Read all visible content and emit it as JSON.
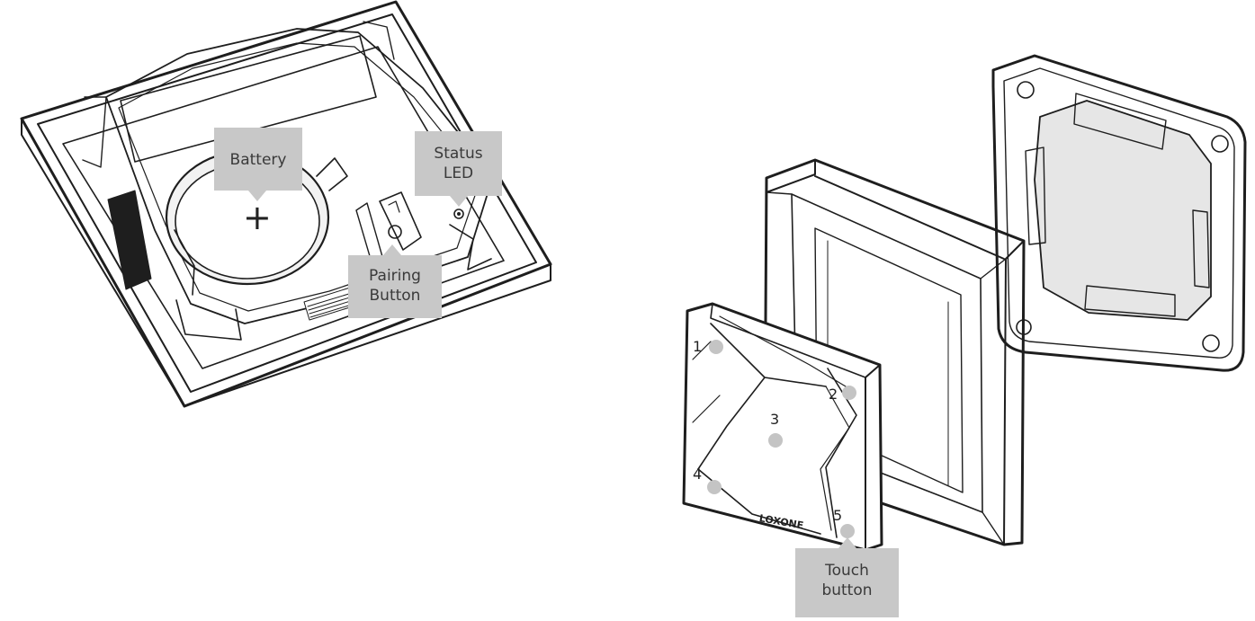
{
  "left_unit": {
    "battery_label": "Battery",
    "battery_polarity": "+",
    "status_led_label": [
      "Status",
      "LED"
    ],
    "pairing_button_label": [
      "Pairing",
      "Button"
    ]
  },
  "right_unit": {
    "touch_points": [
      "1",
      "2",
      "3",
      "4",
      "5"
    ],
    "brand_logo": "LOXONE",
    "touch_button_label": [
      "Touch",
      "button"
    ]
  },
  "colors": {
    "line": "#1e1e1e",
    "callout_fill": "#c8c8c8",
    "touch_dot": "#c4c4c4",
    "backplate_fill": "#e6e6e6",
    "battery_holder_shade": "#f2f2f2"
  }
}
